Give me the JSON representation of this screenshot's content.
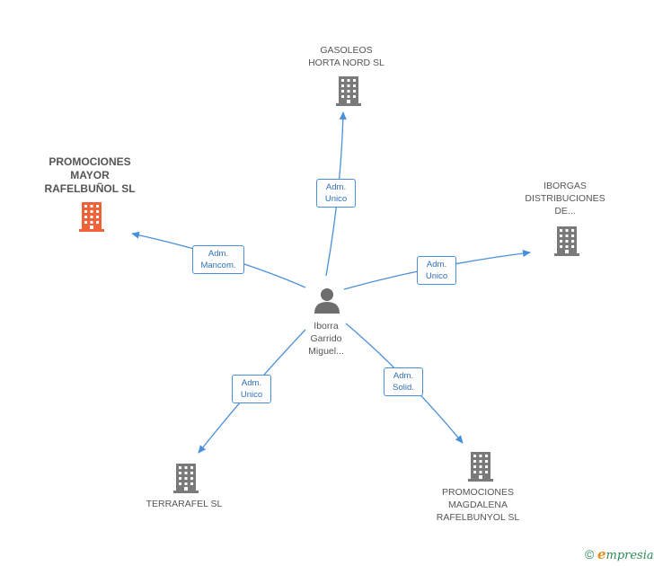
{
  "center": {
    "name": "Iborra\nGarrido\nMiguel..."
  },
  "companies": {
    "gasoleos": "GASOLEOS\nHORTA NORD SL",
    "promociones_mayor": "PROMOCIONES\nMAYOR\nRAFELBUÑOL SL",
    "iborgas": "IBORGAS\nDISTRIBUCIONES\nDE...",
    "terrarafel": "TERRARAFEL SL",
    "promociones_magdalena": "PROMOCIONES\nMAGDALENA\nRAFELBUNYOL SL"
  },
  "relations": {
    "gasoleos": "Adm.\nUnico",
    "promociones_mayor": "Adm.\nMancom.",
    "iborgas": "Adm.\nUnico",
    "terrarafel": "Adm.\nUnico",
    "promociones_magdalena": "Adm.\nSolid."
  },
  "colors": {
    "edge": "#4a90d9",
    "building": "#7a7a7a",
    "building_highlight": "#f0623a",
    "person": "#6e6e6e"
  },
  "icons": {
    "building": "building-icon",
    "person": "person-icon",
    "copyright": "copyright-icon"
  },
  "brand": {
    "copyright": "©",
    "e": "e",
    "rest": "mpresia"
  }
}
